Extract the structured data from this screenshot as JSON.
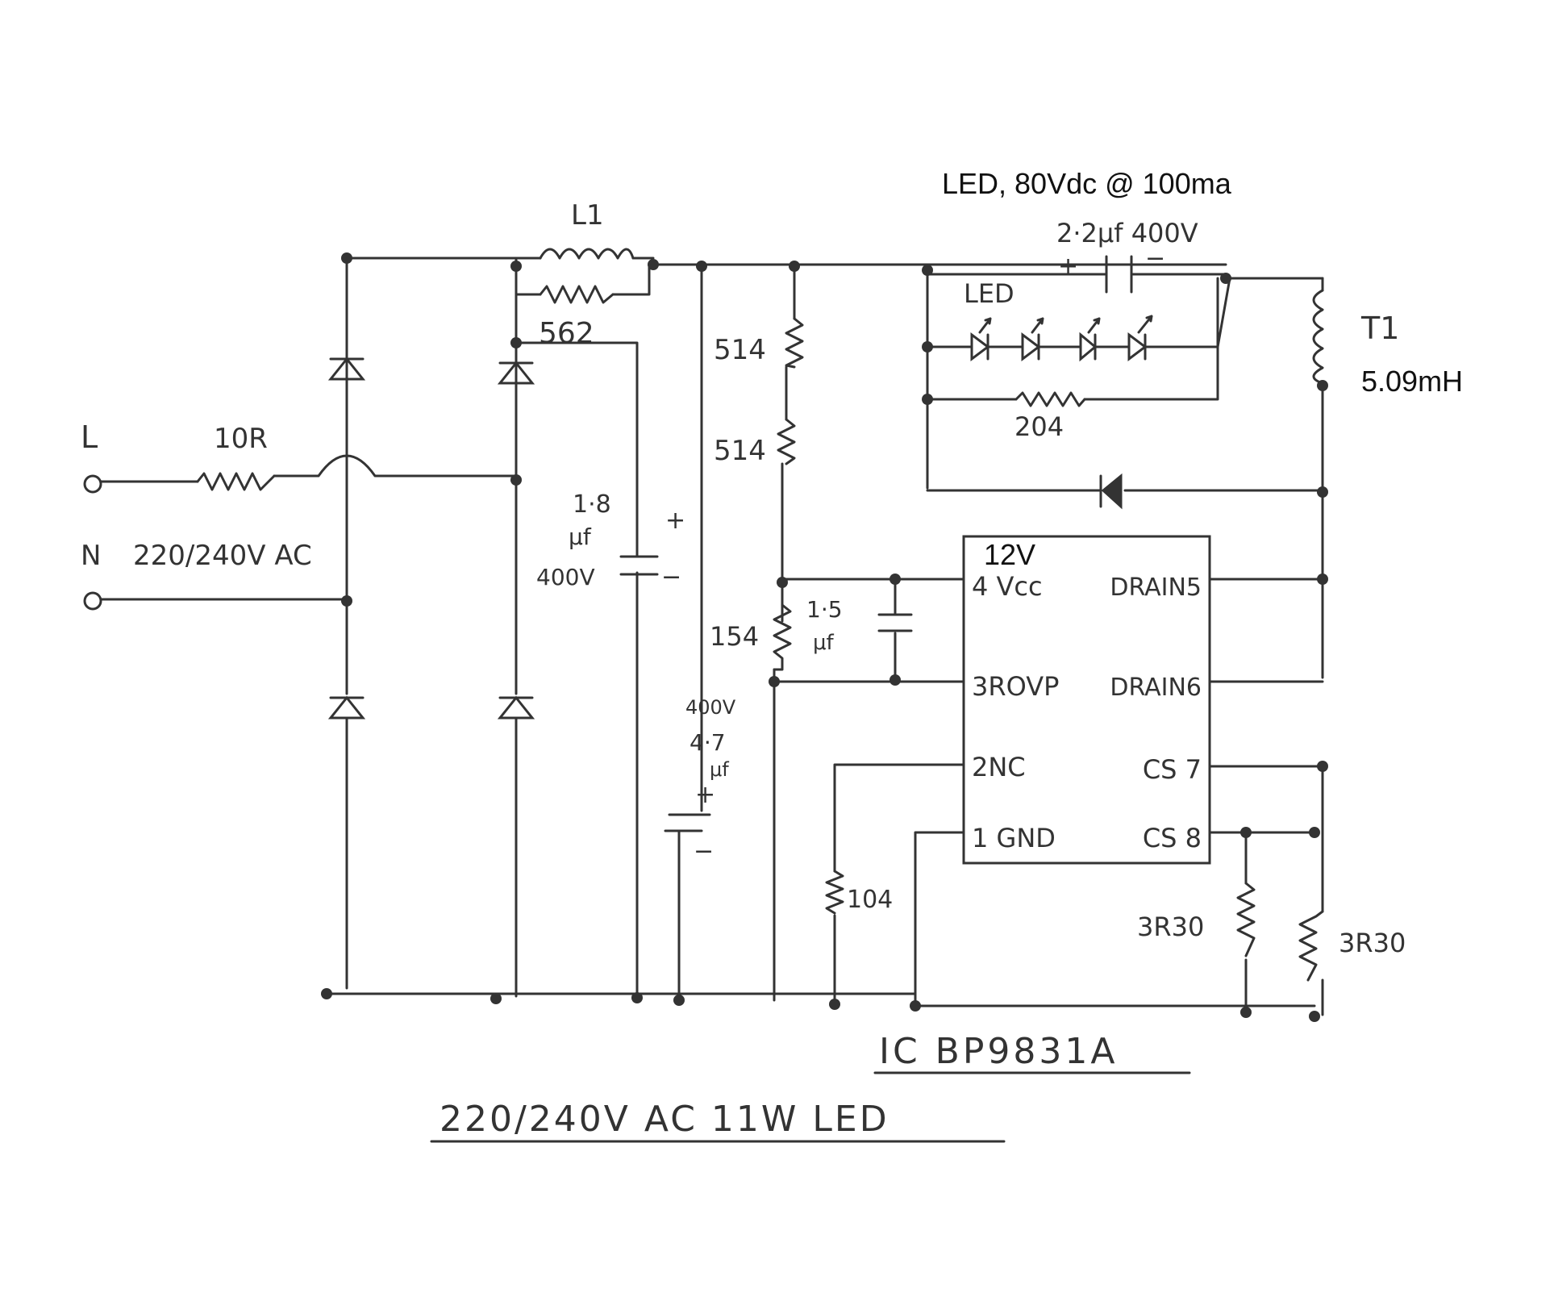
{
  "labels": {
    "led_spec": "LED, 80Vdc @ 100ma",
    "cap_out": "2·2μf 400V",
    "cap_out_plus": "+",
    "cap_out_minus": "−",
    "led_string": "LED",
    "inductor": "L1",
    "r_parallel": "562",
    "r_led": "204",
    "transformer": "T1",
    "transformer_value": "5.09mH",
    "line": "L",
    "neutral": "N",
    "r_input": "10R",
    "ac_input": "220/240V AC",
    "r_top_1": "514",
    "r_top_2": "514",
    "cap_bulk_value": "1·8",
    "cap_bulk_unit": "μf",
    "cap_bulk_voltage": "400V",
    "cap_bulk_plus": "+",
    "cap_bulk_minus": "−",
    "r_ovp": "154",
    "cap_ovp_value": "1·5",
    "cap_ovp_unit": "μf",
    "cap_2_voltage": "400V",
    "cap_2_value": "4·7",
    "cap_2_unit": "μf",
    "cap_2_plus": "+",
    "cap_2_minus": "−",
    "r_nc": "104",
    "r_cs_1": "3R30",
    "r_cs_2": "3R30",
    "vcc_voltage": "12V",
    "ic_name": "IC BP9831A",
    "title": "220/240V AC 11W LED"
  },
  "ic_pins": {
    "pin4": "4 Vcc",
    "pin3": "3ROVP",
    "pin2": "2NC",
    "pin1": "1 GND",
    "pin5": "DRAIN5",
    "pin6": "DRAIN6",
    "pin7": "CS 7",
    "pin8": "CS 8"
  }
}
